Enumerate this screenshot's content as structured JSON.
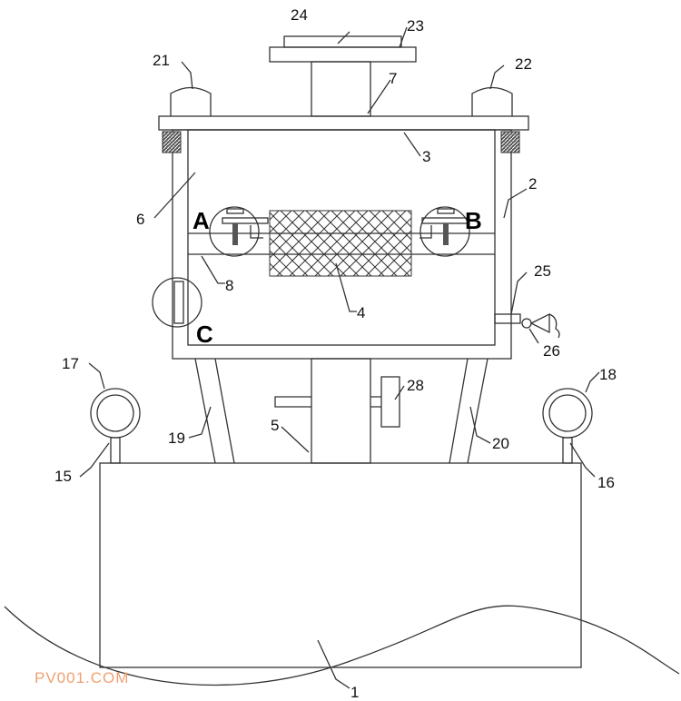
{
  "labels": {
    "l1": "1",
    "l2": "2",
    "l3": "3",
    "l4": "4",
    "l5": "5",
    "l6": "6",
    "l7": "7",
    "l8": "8",
    "l15": "15",
    "l16": "16",
    "l17": "17",
    "l18": "18",
    "l19": "19",
    "l20": "20",
    "l21": "21",
    "l22": "22",
    "l23": "23",
    "l24": "24",
    "l25": "25",
    "l26": "26",
    "l28": "28"
  },
  "details": {
    "a": "A",
    "b": "B",
    "c": "C"
  },
  "watermark": "PV001.COM"
}
